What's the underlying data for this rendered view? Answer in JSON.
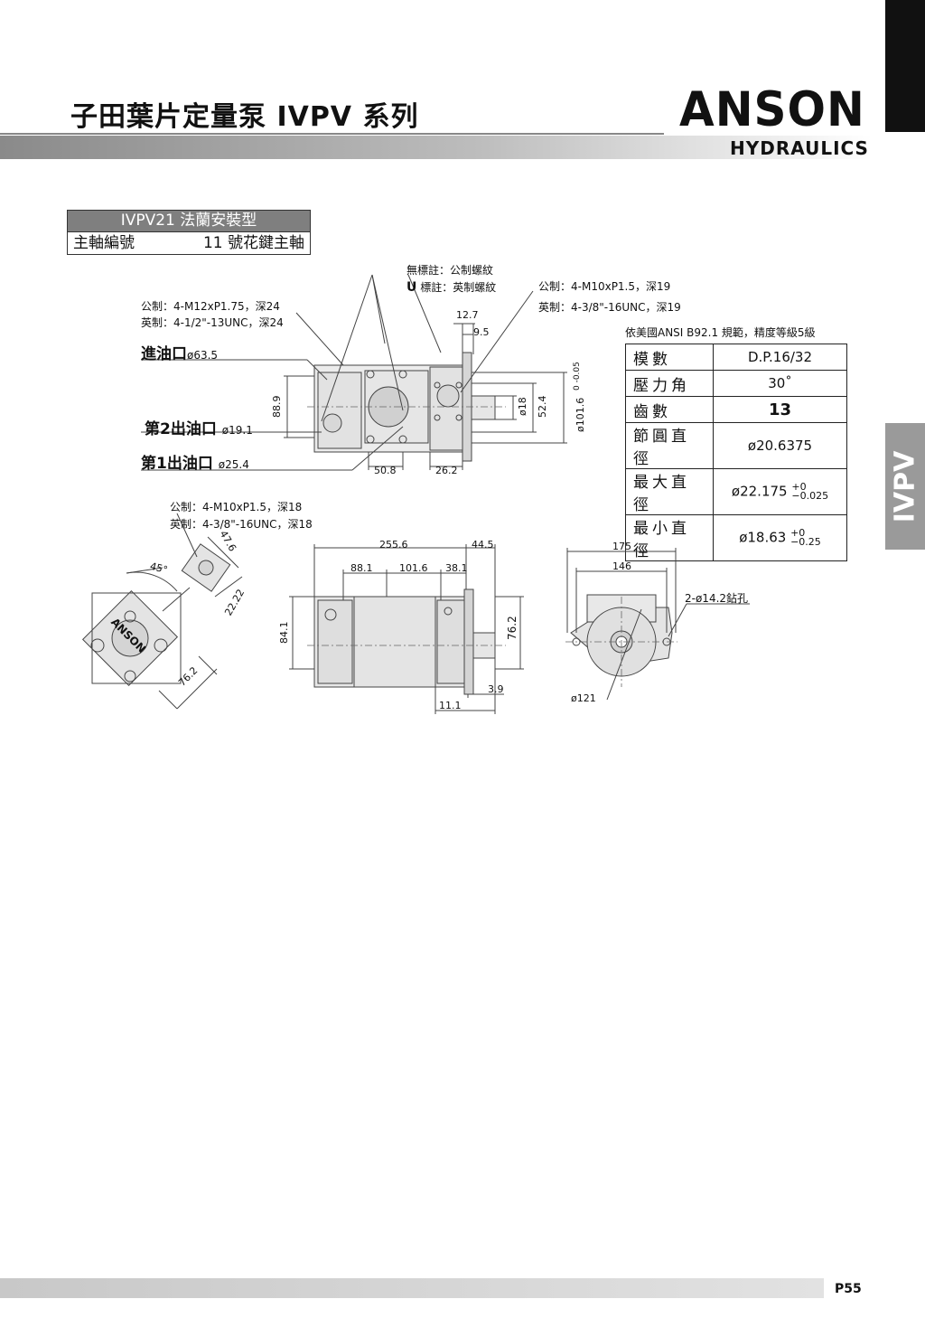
{
  "header": {
    "title": "子田葉片定量泵 IVPV 系列",
    "brand": "ANSON",
    "brand_sub": "HYDRAULICS",
    "side_tab": "IVPV"
  },
  "model": {
    "name": "IVPV21 法蘭安裝型",
    "shaft_label": "主軸編號",
    "shaft_value": "11 號花鍵主軸"
  },
  "spline_spec": {
    "caption": "依美國ANSI  B92.1 規範，精度等級5級",
    "rows": [
      {
        "k": "模數",
        "v": "D.P.16/32"
      },
      {
        "k": "壓力角",
        "v": "30˚"
      },
      {
        "k": "齒數",
        "v": "13"
      },
      {
        "k": "節圓直徑",
        "v": "ø20.6375"
      },
      {
        "k": "最大直徑",
        "v": "ø22.175",
        "tol_up": "+0",
        "tol_dn": "−0.025"
      },
      {
        "k": "最小直徑",
        "v": "ø18.63",
        "tol_up": "+0",
        "tol_dn": "−0.25"
      }
    ]
  },
  "notes": {
    "no_mark": "無標註：公制螺紋",
    "u_mark_prefix": "U",
    "u_mark": "標註：英制螺紋",
    "inlet_metric": "公制：4-M12xP1.75，深24",
    "inlet_imperial": "英制：4-1/2\"-13UNC，深24",
    "flange_metric": "公制：4-M10xP1.5，深19",
    "flange_imperial": "英制：4-3/8\"-16UNC，深19",
    "port_metric": "公制：4-M10xP1.5，深18",
    "port_imperial": "英制：4-3/8\"-16UNC，深18",
    "drill": "2-ø14.2鉆孔"
  },
  "ports": {
    "inlet": "進油口",
    "inlet_size": "ø63.5",
    "outlet2": "第2出油口",
    "outlet2_size": "ø19.1",
    "outlet1": "第1出油口",
    "outlet1_size": "ø25.4"
  },
  "dims": {
    "d12_7": "12.7",
    "d9_5": "9.5",
    "d88_9": "88.9",
    "d18": "ø18",
    "d52_4": "52.4",
    "d101_6": "ø101.6",
    "d101_6_tol": "0 -0.05",
    "d50_8": "50.8",
    "d26_2": "26.2",
    "d47_6": "47.6",
    "d22_22": "22.22",
    "d45": "45°",
    "d76_2a": "76.2",
    "d255_6": "255.6",
    "d44_5": "44.5",
    "d88_1": "88.1",
    "d101_6b": "101.6",
    "d38_1": "38.1",
    "d84_1": "84.1",
    "d76_2b": "76.2",
    "d3_9": "3.9",
    "d11_1": "11.1",
    "d175": "175",
    "d146": "146",
    "d121": "ø121",
    "logo_mark": "ANSON"
  },
  "footer": {
    "page": "P55"
  }
}
